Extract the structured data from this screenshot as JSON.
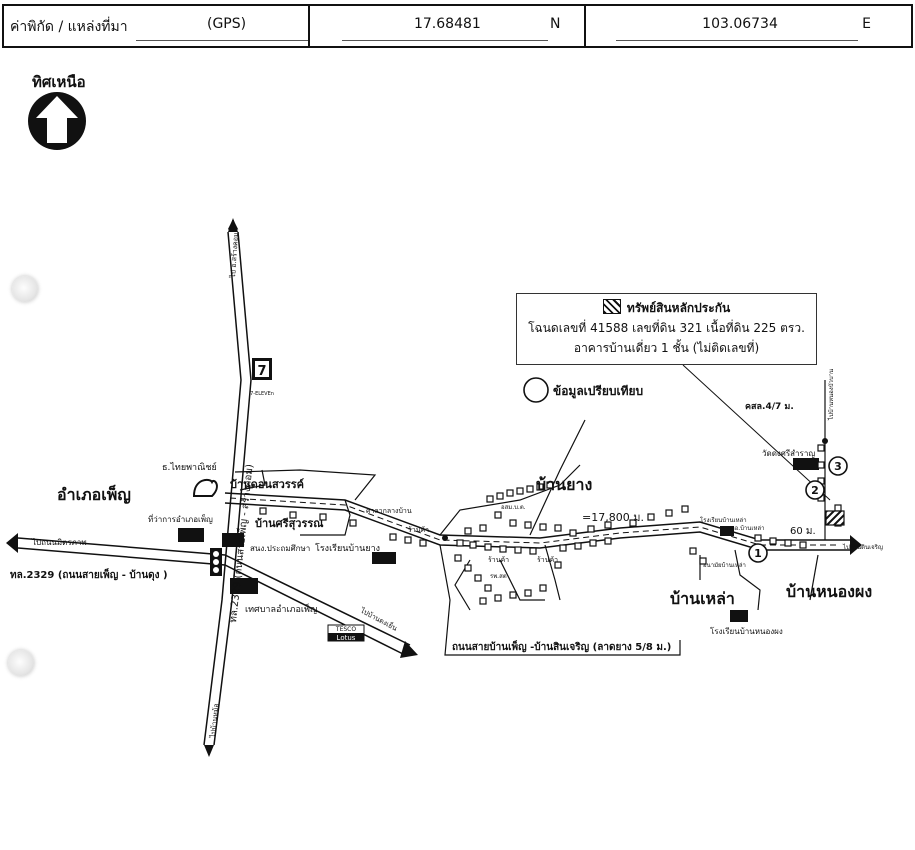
{
  "header": {
    "label": "ค่าพิกัด / แหล่งที่มา",
    "source": "(GPS)",
    "lat": "17.68481",
    "lat_dir": "N",
    "lon": "103.06734",
    "lon_dir": "E"
  },
  "compass": {
    "label": "ทิศเหนือ",
    "icon": "north-arrow-icon"
  },
  "legend": {
    "collateral": "ทรัพย์สินหลักประกัน",
    "deed": "โฉนดเลขที่ 41588 เลขที่ดิน 321 เนื้อที่ดิน 225 ตรว.",
    "building": "อาคารบ้านเดี่ยว 1 ชั้น (ไม่ติดเลขที่)"
  },
  "comparison": {
    "label": "ข้อมูลเปรียบเทียบ"
  },
  "labels": {
    "district": "อำเภอเพ็ญ",
    "district_office": "ที่ว่าการอำเภอเพ็ญ",
    "bank": "ธ.ไทยพาณิชย์",
    "education": "สนง.ประถมศึกษา",
    "municipality": "เทศบาลอำเภอเพ็ญ",
    "road_west": "ไปถนนมิตรภาพ",
    "road_2329_name": "ทล.2329 (ถนนสายเพ็ญ - บ้านดุง )",
    "highway_vertical": "ทล.2329 (ถนนสายเพ็ญ - สร้างคอม)",
    "to_sangkhom": "ไป อ.สร้างคอม",
    "to_udon": "ไปบ้านหม้อ",
    "to_nonsa": "ไปบ้านดงเย็น",
    "seven_eleven": "7-ELEVEn",
    "tesco_top": "TESCO",
    "tesco_bottom": "Lotus",
    "ban_don_sawan": "บ้านดอนสวรรค์",
    "ban_sri_suwan": "บ้านศรีสุวรรณ",
    "school_ban_yang": "โรงเรียนบ้านยาง",
    "sala": "ศาลากลางบ้าน",
    "shop1": "ร้านค้า",
    "shop2": "ร้านค้า",
    "shop3": "ร้านค้า",
    "hospital": "รพ.สต",
    "health": "อสม.บ.ต.",
    "ban_yang": "บ้านยาง",
    "distance": "=17,800 ม.",
    "school_ban_lao": "โรงเรียนบ้านเหล่า",
    "ban_lao_office": "สภอ.บ้านเหล่า",
    "health_center": "อนามัยบ้านเหล่า",
    "ban_lao": "บ้านเหล่า",
    "school_nong_phong": "โรงเรียนบ้านหนองผง",
    "ban_nong_phong": "บ้านหนองผง",
    "wat": "วัดดงศรีสำราญ",
    "kor_sor_lor": "คสล.4/7 ม.",
    "to_ban_nong_bua": "ไปบ้านหนองบัวบาน",
    "to_ban_khon_khaen": "ไปบ้านดินเจริญ",
    "sixty_m": "60 ม.",
    "road_note": "ถนนสายบ้านเพ็ญ -บ้านสินเจริญ (ลาดยาง 5/8 ม.)",
    "m1": "1",
    "m2": "2",
    "m3": "3"
  }
}
